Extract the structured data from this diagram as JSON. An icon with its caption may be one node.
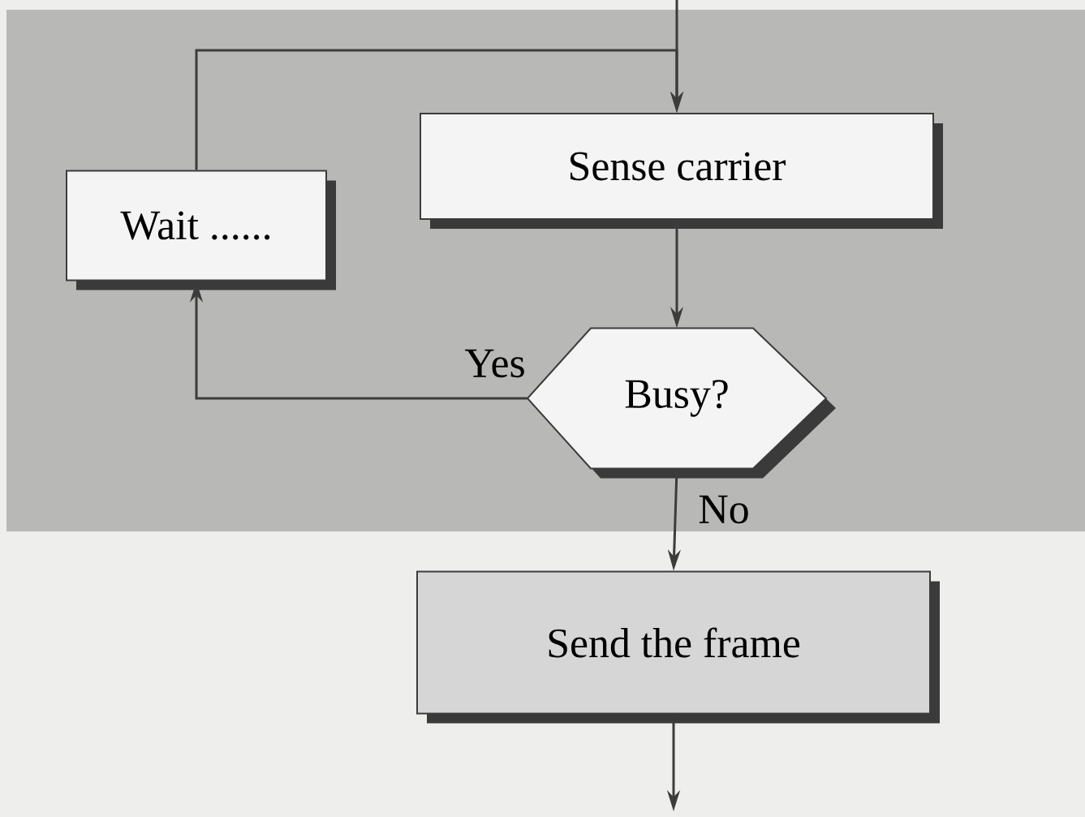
{
  "diagram": {
    "nodes": [
      {
        "text": [
          "Sense carrier"
        ]
      },
      {
        "text": [
          "Wait ......"
        ]
      },
      {
        "text": [
          "Busy?"
        ]
      },
      {
        "text": [
          "Send the frame"
        ]
      }
    ],
    "edges": [
      {
        "from": null,
        "to": 0,
        "arrow": "to"
      },
      {
        "from": 0,
        "to": 2,
        "arrow": "to"
      },
      {
        "from": 2,
        "to": 1,
        "arrow": "to",
        "label": "Yes"
      },
      {
        "from": 1,
        "to": 0,
        "arrow": "to"
      },
      {
        "from": 2,
        "to": 3,
        "arrow": "to",
        "label": "No"
      },
      {
        "from": 3,
        "to": null,
        "arrow": "to"
      }
    ]
  }
}
